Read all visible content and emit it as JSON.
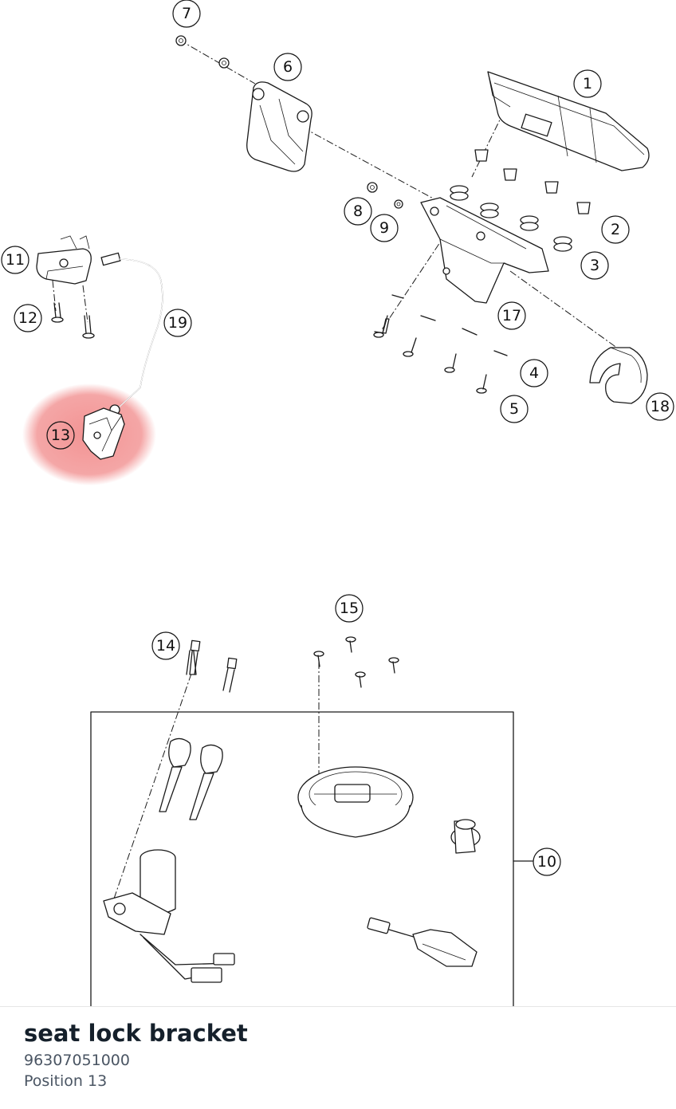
{
  "diagram": {
    "highlight_color": "#f08080",
    "highlighted_position": "13",
    "callouts": [
      "1",
      "2",
      "3",
      "4",
      "5",
      "6",
      "7",
      "8",
      "9",
      "10",
      "11",
      "12",
      "13",
      "14",
      "15",
      "17",
      "18",
      "19"
    ]
  },
  "part": {
    "name": "seat lock bracket",
    "number": "96307051000",
    "position_label": "Position 13"
  }
}
